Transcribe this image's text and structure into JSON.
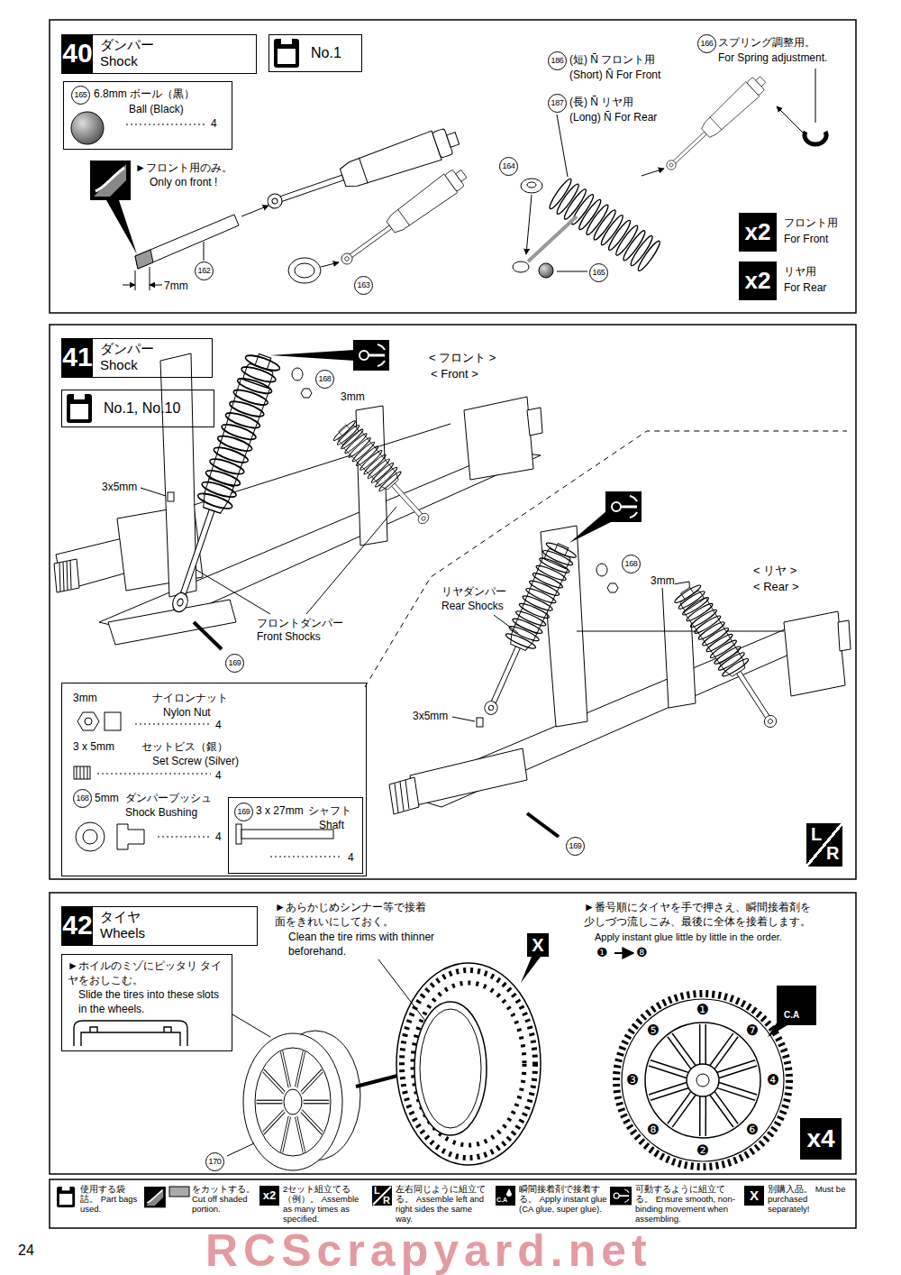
{
  "diagram": {
    "nodes": [
      {
        "text": [
          "40",
          "ダンパー",
          "Shock"
        ]
      },
      {
        "text": [
          "No.1"
        ]
      },
      {
        "text": [
          "165",
          "6.8mm ボール（黒）",
          "Ball (Black)",
          "4"
        ]
      },
      {
        "text": [
          "x2",
          "フロント用",
          "For Front"
        ]
      },
      {
        "text": [
          "x2",
          "リヤ用",
          "For Rear"
        ]
      },
      {
        "text": [
          "41",
          "ダンパー",
          "Shock"
        ]
      },
      {
        "text": [
          "No.1, No.10"
        ]
      },
      {
        "text": [
          "3mm",
          "ナイロンナット",
          "Nylon Nut",
          "4",
          "3 x 5mm",
          "セットビス（銀）",
          "Set Screw (Silver)",
          "4",
          "168",
          "5mm",
          "ダンパーブッシュ",
          "Shock Bushing",
          "4"
        ]
      },
      {
        "text": [
          "169",
          "3 x 27mm",
          "シャフト",
          "Shaft",
          "4"
        ],
        "in": 7
      },
      {
        "text": [
          "L",
          "R"
        ]
      },
      {
        "text": [
          "42",
          "タイヤ",
          "Wheels"
        ]
      },
      {
        "text": [
          "►ホイルのミゾにピッタリ タイヤをおしこむ。",
          "Slide the tires into these slots in the wheels."
        ]
      },
      {
        "text": [
          "X"
        ]
      },
      {
        "text": [
          "C.A"
        ]
      },
      {
        "text": [
          "x4"
        ]
      }
    ],
    "labels": [
      "►フロント用のみ。",
      "Only on front !",
      "162",
      "7mm",
      "163",
      "186",
      "(短) Ñ フロント用",
      "(Short) Ñ For Front",
      "187",
      "(長) Ñ リヤ用",
      "(Long) Ñ For Rear",
      "166",
      "スプリング調整用。",
      "For Spring adjustment.",
      "164",
      "165",
      "168",
      "3mm",
      "< フロント >",
      "< Front >",
      "3x5mm",
      "フロントダンパー",
      "Front Shocks",
      "169",
      "168",
      "3mm",
      "< リヤ >",
      "< Rear >",
      "リヤダンパー",
      "Rear Shocks",
      "3x5mm",
      "169",
      "►あらかじめシンナー等で接着 面をきれいにしておく。",
      "Clean the tire rims with thinner beforehand.",
      "►番号順にタイヤを手で押さえ、瞬間接着剤を 少しづつ流しこみ、最後に全体を接着します。",
      "Apply instant glue little by little in the order.",
      "❶",
      "❽",
      "❶",
      "❺",
      "❼",
      "❸",
      "❹",
      "❽",
      "❻",
      "❷",
      "170",
      "x2",
      "L",
      "R",
      "C.A",
      "X",
      "24",
      "RCScrapyard.net"
    ],
    "legend": [
      {
        "text": "使用する袋詰。 Part bags used."
      },
      {
        "text": "をカットする。 Cut off shaded portion."
      },
      {
        "text": "2セット組立てる（例）。 Assemble as many times as specified."
      },
      {
        "text": "左右同じように組立てる。 Assemble left and right sides the same way."
      },
      {
        "text": "瞬間接着剤で接着する。 Apply instant glue (CA glue, super glue)."
      },
      {
        "text": "可動するように組立てる。 Ensure smooth, non-binding movement when assembling."
      },
      {
        "text": "別購入品。 Must be purchased separately!"
      }
    ]
  }
}
